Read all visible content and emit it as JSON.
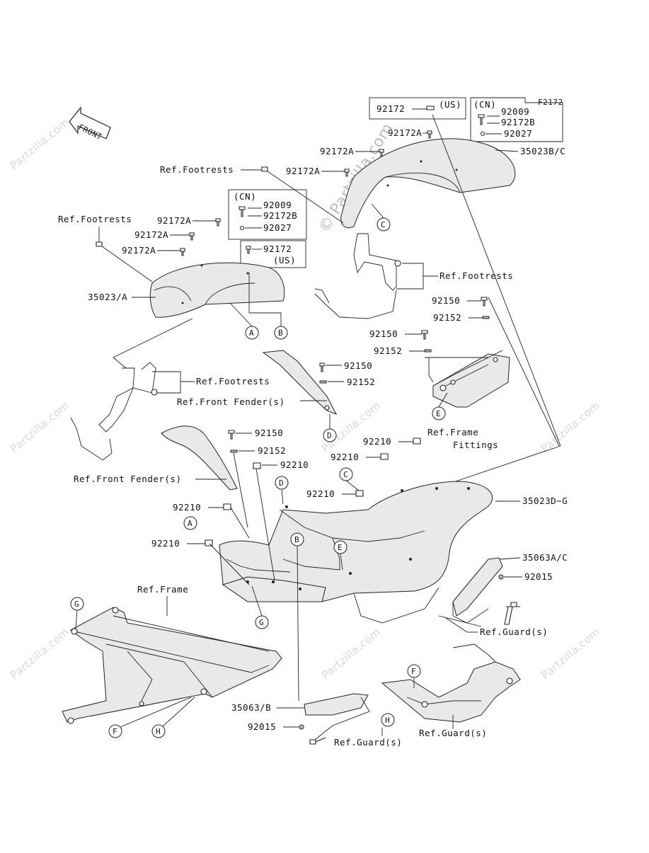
{
  "figure_code": "F2172",
  "front_label": "FRONT",
  "watermark": "Partzilla.com",
  "watermark_center": "© Partzilla.com",
  "callouts": {
    "A": "A",
    "B": "B",
    "C": "C",
    "D": "D",
    "E": "E",
    "F": "F",
    "G": "G",
    "H": "H"
  },
  "labels": {
    "p92172_us_top": "92172",
    "us_tag_top": "(US)",
    "cn_tag_top": "(CN)",
    "p92009_top": "92009",
    "p92172b_top": "92172B",
    "p92027_top": "92027",
    "p92172a_1": "92172A",
    "p92172a_2": "92172A",
    "p92172a_3": "92172A",
    "p35023bc": "35023B/C",
    "ref_footrests_1": "Ref.Footrests",
    "ref_footrests_2": "Ref.Footrests",
    "ref_footrests_3": "Ref.Footrests",
    "ref_footrests_4": "Ref.Footrests",
    "cn_tag_mid": "(CN)",
    "p92009_mid": "92009",
    "p92172b_mid": "92172B",
    "p92027_mid": "92027",
    "p92172a_4": "92172A",
    "p92172a_5": "92172A",
    "p92172a_6": "92172A",
    "p92172_us_mid": "92172",
    "us_tag_mid": "(US)",
    "p35023a": "35023/A",
    "p92150_1": "92150",
    "p92152_1": "92152",
    "p92150_2": "92150",
    "p92152_2": "92152",
    "p92150_3": "92150",
    "p92152_3": "92152",
    "ref_front_fender_1": "Ref.Front Fender(s)",
    "ref_frame_fittings_1": "Ref.Frame",
    "ref_frame_fittings_2": "Fittings",
    "p92150_4": "92150",
    "p92152_4": "92152",
    "p92210_1": "92210",
    "p92210_2": "92210",
    "p92210_3": "92210",
    "p92210_4": "92210",
    "p92210_5": "92210",
    "p92210_6": "92210",
    "ref_front_fender_2": "Ref.Front Fender(s)",
    "p35023dg": "35023D~G",
    "p35063ac": "35063A/C",
    "p92015_1": "92015",
    "ref_guard_1": "Ref.Guard(s)",
    "ref_frame": "Ref.Frame",
    "p35063b": "35063/B",
    "p92015_2": "92015",
    "ref_guard_2": "Ref.Guard(s)",
    "ref_guard_3": "Ref.Guard(s)"
  }
}
